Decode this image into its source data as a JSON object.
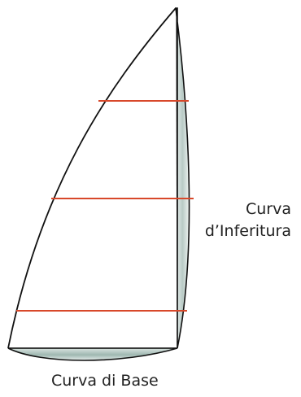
{
  "labels": {
    "luff_curve_line1": "Curva",
    "luff_curve_line2": "d’Inferitura",
    "base_curve": "Curva di Base"
  },
  "colors": {
    "sail_fill": "#ffffff",
    "sail_outline": "#111111",
    "batten_lines": "#d8482a",
    "luff_shading": "#b9cbc6",
    "base_shading": "#9fb8b1",
    "text": "#222222"
  },
  "sail": {
    "batten_count": 3
  }
}
